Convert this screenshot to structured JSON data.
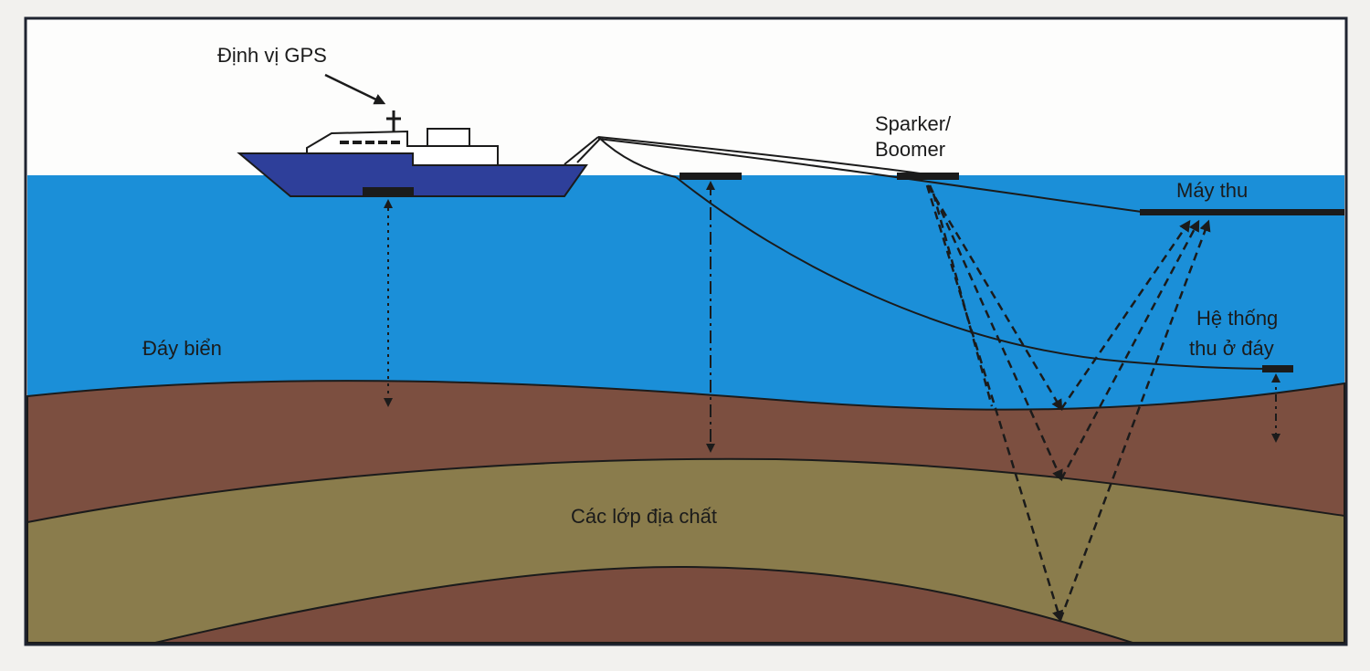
{
  "labels": {
    "gps": "Định vị GPS",
    "sparker_line1": "Sparker/",
    "sparker_line2": "Boomer",
    "receiver": "Máy thu",
    "bottom_system_line1": "Hệ thống",
    "bottom_system_line2": "thu ở đáy",
    "seabed": "Đáy biển",
    "geo_layers": "Các lớp địa chất"
  },
  "colors": {
    "sky": "#fdfdfc",
    "sea": "#1b8fd8",
    "sediment_upper": "#7c4f40",
    "sediment_middle": "#8a7c4c",
    "sediment_lower": "#7a4c3e",
    "ship_hull": "#2e3f9a",
    "line": "#1b1b1b"
  }
}
